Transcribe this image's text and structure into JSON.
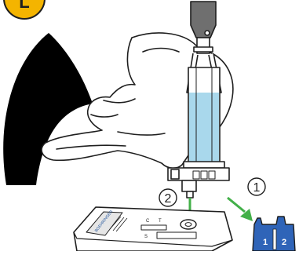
{
  "badge": {
    "letter": "L"
  },
  "steps": {
    "cap_removal": "1",
    "drop_into_well": "2"
  },
  "cassette": {
    "control_mark": "C",
    "test_mark": "T",
    "sample_mark": "S",
    "brand": "BOEHRINGER"
  },
  "cap": {
    "left_number": "1",
    "right_number": "2"
  },
  "colors": {
    "stroke": "#1f1f1f",
    "liquid": "#a9d8ec",
    "arrow": "#43b049",
    "cap_blue": "#2f64b8",
    "badge_fill": "#f4b400"
  }
}
